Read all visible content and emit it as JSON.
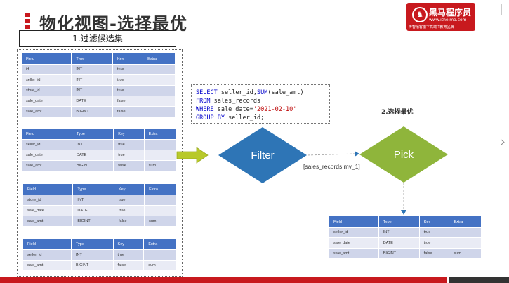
{
  "title": "物化视图-选择最优",
  "logo": {
    "name": "黑马程序员",
    "url": "www.itheima.com",
    "slogan": "传智播客旗下高端IT教育品牌"
  },
  "step1": "1.过滤候选集",
  "step2": "2.选择最优",
  "sql": {
    "l1_kw": "SELECT",
    "l1_a": "seller_id,",
    "l1_fn": "SUM",
    "l1_b": "(sale_amt)",
    "l2_kw": "FROM",
    "l2_a": "sales_records",
    "l3_kw": "WHERE",
    "l3_a": "sale_date=",
    "l3_str": "'2021-02-10'",
    "l4_kw": "GROUP BY",
    "l4_a": "seller_id;"
  },
  "nodes": {
    "filter": "Filter",
    "pick": "Pick"
  },
  "edge_label": "[sales_records,mv_1]",
  "tables": {
    "headers": [
      "Field",
      "Type",
      "Key",
      "Extra"
    ],
    "t1": [
      [
        "id",
        "INT",
        "true",
        ""
      ],
      [
        "seller_id",
        "INT",
        "true",
        ""
      ],
      [
        "store_id",
        "INT",
        "true",
        ""
      ],
      [
        "sale_date",
        "DATE",
        "false",
        ""
      ],
      [
        "sale_amt",
        "BIGINT",
        "false",
        ""
      ]
    ],
    "t2": [
      [
        "seller_id",
        "INT",
        "true",
        ""
      ],
      [
        "sale_date",
        "DATE",
        "true",
        ""
      ],
      [
        "sale_amt",
        "BIGINT",
        "false",
        "sum"
      ]
    ],
    "t3": [
      [
        "store_id",
        "INT",
        "true",
        ""
      ],
      [
        "sale_date",
        "DATE",
        "true",
        ""
      ],
      [
        "sale_amt",
        "BIGINT",
        "false",
        "sum"
      ]
    ],
    "t4": [
      [
        "seller_id",
        "INT",
        "true",
        ""
      ],
      [
        "sale_amt",
        "BIGINT",
        "false",
        "sum"
      ]
    ],
    "result": [
      [
        "seller_id",
        "INT",
        "true",
        ""
      ],
      [
        "sale_date",
        "DATE",
        "true",
        ""
      ],
      [
        "sale_amt",
        "BIGINT",
        "false",
        "sum"
      ]
    ]
  },
  "colors": {
    "accent": "#c8191e",
    "table_header": "#4472c4",
    "filter_node": "#2e75b6",
    "pick_node": "#8fb53b",
    "arrow": "#b8c92a"
  }
}
